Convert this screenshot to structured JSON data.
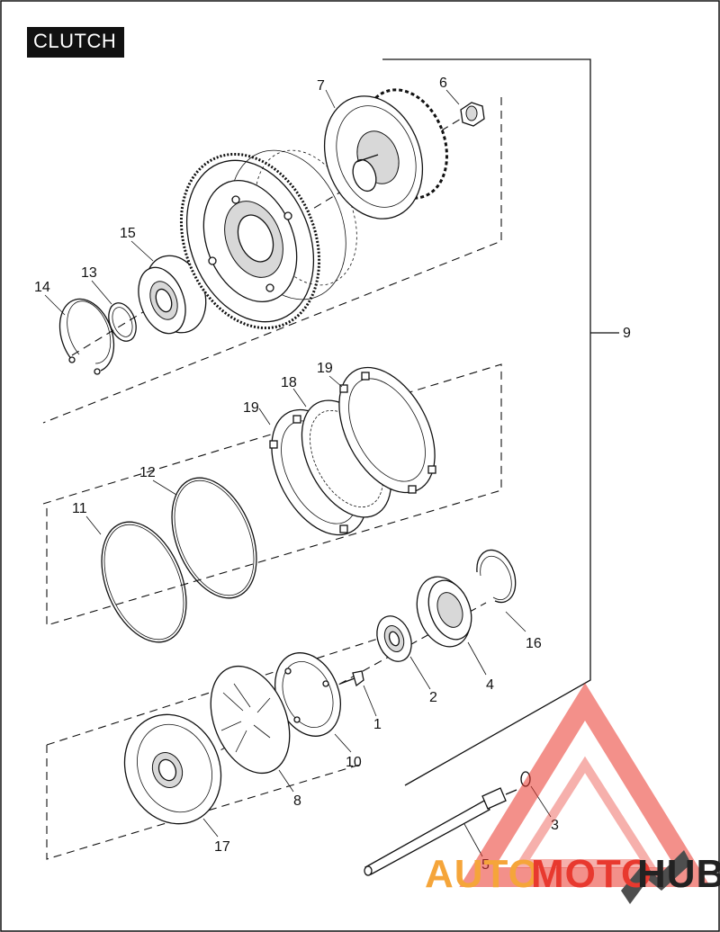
{
  "title": "CLUTCH",
  "parts": [
    {
      "num": "1"
    },
    {
      "num": "2"
    },
    {
      "num": "3"
    },
    {
      "num": "4"
    },
    {
      "num": "5"
    },
    {
      "num": "6"
    },
    {
      "num": "7"
    },
    {
      "num": "8"
    },
    {
      "num": "9"
    },
    {
      "num": "10"
    },
    {
      "num": "11"
    },
    {
      "num": "12"
    },
    {
      "num": "13"
    },
    {
      "num": "14"
    },
    {
      "num": "15"
    },
    {
      "num": "16"
    },
    {
      "num": "17"
    },
    {
      "num": "18"
    },
    {
      "num": "19"
    },
    {
      "num": "19"
    }
  ],
  "watermark": {
    "part1": "AUTO",
    "part2": "MOTO",
    "part3": "HUB",
    "color_orange": "#f5a53a",
    "color_red": "#e8392f",
    "color_dark": "#222222"
  }
}
